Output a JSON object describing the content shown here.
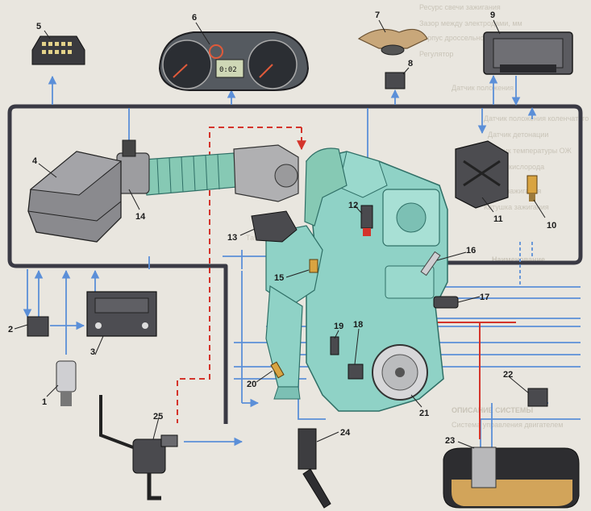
{
  "diagram": {
    "dashboard_clock": "0:02",
    "components": [
      {
        "id": "1",
        "label": "1"
      },
      {
        "id": "2",
        "label": "2"
      },
      {
        "id": "3",
        "label": "3"
      },
      {
        "id": "4",
        "label": "4"
      },
      {
        "id": "5",
        "label": "5"
      },
      {
        "id": "6",
        "label": "6"
      },
      {
        "id": "7",
        "label": "7"
      },
      {
        "id": "8",
        "label": "8"
      },
      {
        "id": "9",
        "label": "9"
      },
      {
        "id": "10",
        "label": "10"
      },
      {
        "id": "11",
        "label": "11"
      },
      {
        "id": "12",
        "label": "12"
      },
      {
        "id": "13",
        "label": "13"
      },
      {
        "id": "14",
        "label": "14"
      },
      {
        "id": "15",
        "label": "15"
      },
      {
        "id": "16",
        "label": "16"
      },
      {
        "id": "17",
        "label": "17"
      },
      {
        "id": "18",
        "label": "18"
      },
      {
        "id": "19",
        "label": "19"
      },
      {
        "id": "20",
        "label": "20"
      },
      {
        "id": "21",
        "label": "21"
      },
      {
        "id": "22",
        "label": "22"
      },
      {
        "id": "23",
        "label": "23"
      },
      {
        "id": "24",
        "label": "24"
      },
      {
        "id": "25",
        "label": "25"
      }
    ],
    "colors": {
      "signal_line": "#5b8fd8",
      "bus_line": "#3a3a44",
      "fuel_line": "#d4342b",
      "engine_fill": "#8fd2c6",
      "intake_fill": "#86c9b4"
    }
  },
  "background_text": {
    "top_right": [
      "Ресурс свечи зажигания",
      "Зазор между электродами, мм",
      "Корпус дроссельной заслонки",
      "Регулятор",
      "Датчик положения",
      "Датчик положения коленчатого вала",
      "Датчик детонации",
      "Датчик температуры ОЖ",
      "Датчик кислорода",
      "Свечи зажигания",
      "Катушка зажигания"
    ],
    "middle_left": [
      "Таблица 6.2"
    ],
    "bottom_mid": [
      "Наименование",
      "ОПИСАНИЕ СИСТЕМЫ",
      "Система управления двигателем"
    ]
  }
}
